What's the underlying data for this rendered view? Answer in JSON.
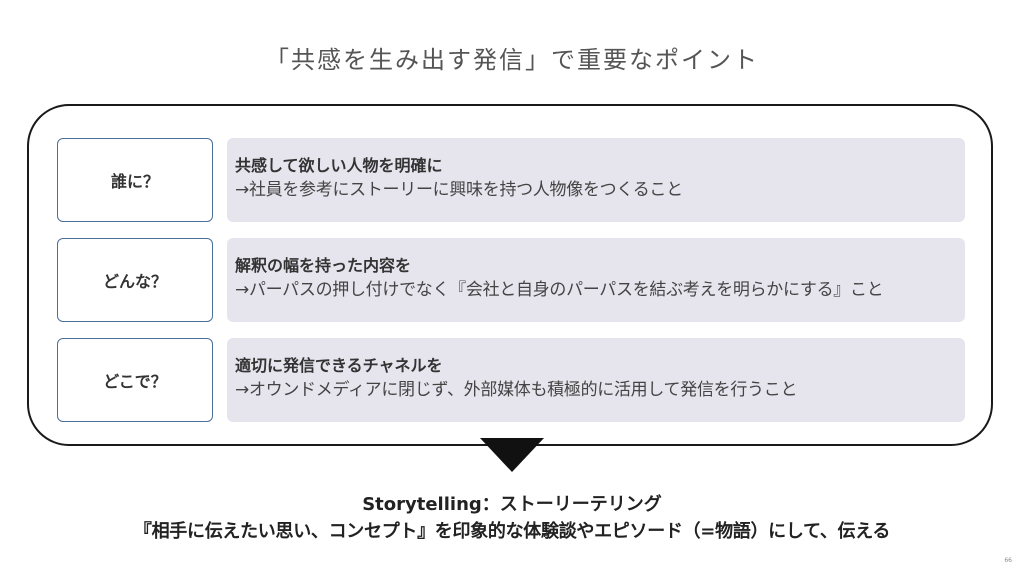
{
  "title": "「共感を生み出す発信」で重要なポイント",
  "rows": [
    {
      "label": "誰に？",
      "heading": "共感して欲しい人物を明確に",
      "description": "→社員を参考にストーリーに興味を持つ人物像をつくること"
    },
    {
      "label": "どんな？",
      "heading": "解釈の幅を持った内容を",
      "description": "→パーパスの押し付けでなく『会社と自身のパーパスを結ぶ考えを明らかにする』こと"
    },
    {
      "label": "どこで？",
      "heading": "適切に発信できるチャネルを",
      "description": "→オウンドメディアに閉じず、外部媒体も積極的に活用して発信を行うこと"
    }
  ],
  "summary": {
    "title": "Storytelling：ストーリーテリング",
    "body": "『相手に伝えたい思い、コンセプト』を印象的な体験談やエピソード（=物語）にして、伝える"
  },
  "page_number": "66"
}
